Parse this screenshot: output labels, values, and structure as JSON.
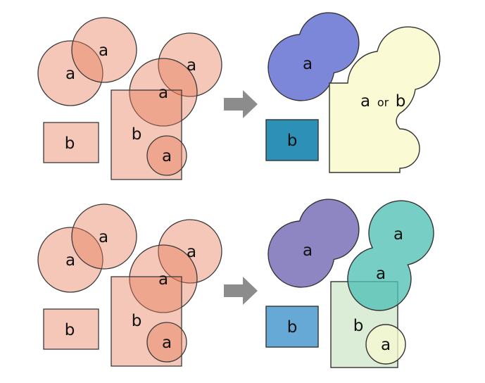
{
  "labels": {
    "top_input": {
      "circle1": "a",
      "circle2": "a",
      "circle3": "a",
      "circle4": "a",
      "small_circle": "a",
      "small_rect": "b",
      "large_rect": "b"
    },
    "top_output": {
      "blob": "a",
      "rect": "b",
      "union_a": "a",
      "union_or": "or",
      "union_b": "b"
    },
    "bottom_input": {
      "circle1": "a",
      "circle2": "a",
      "circle3": "a",
      "circle4": "a",
      "small_circle": "a",
      "small_rect": "b",
      "large_rect": "b"
    },
    "bottom_output": {
      "purple_blob": "a",
      "blue_rect": "b",
      "green_rect": "b",
      "teal_blob_upper": "a",
      "teal_blob_lower": "a",
      "small_circle": "a"
    }
  },
  "colors": {
    "input_fill": "#e87a56",
    "input_stroke": "#3a3a3a",
    "outline_stroke": "#333333",
    "arrow": "#8c8c8c",
    "blob_blue": "#7d87d9",
    "rect_teal": "#2d90b6",
    "union_yellow": "#fafbd2",
    "blob_purple": "#8d86c3",
    "rect_blue": "#66a9d6",
    "rect_green": "#d6ead2",
    "blob_teal": "#4fc0b5",
    "small_circle_yellow": "#f6f8cf",
    "label_text": "#111111"
  }
}
